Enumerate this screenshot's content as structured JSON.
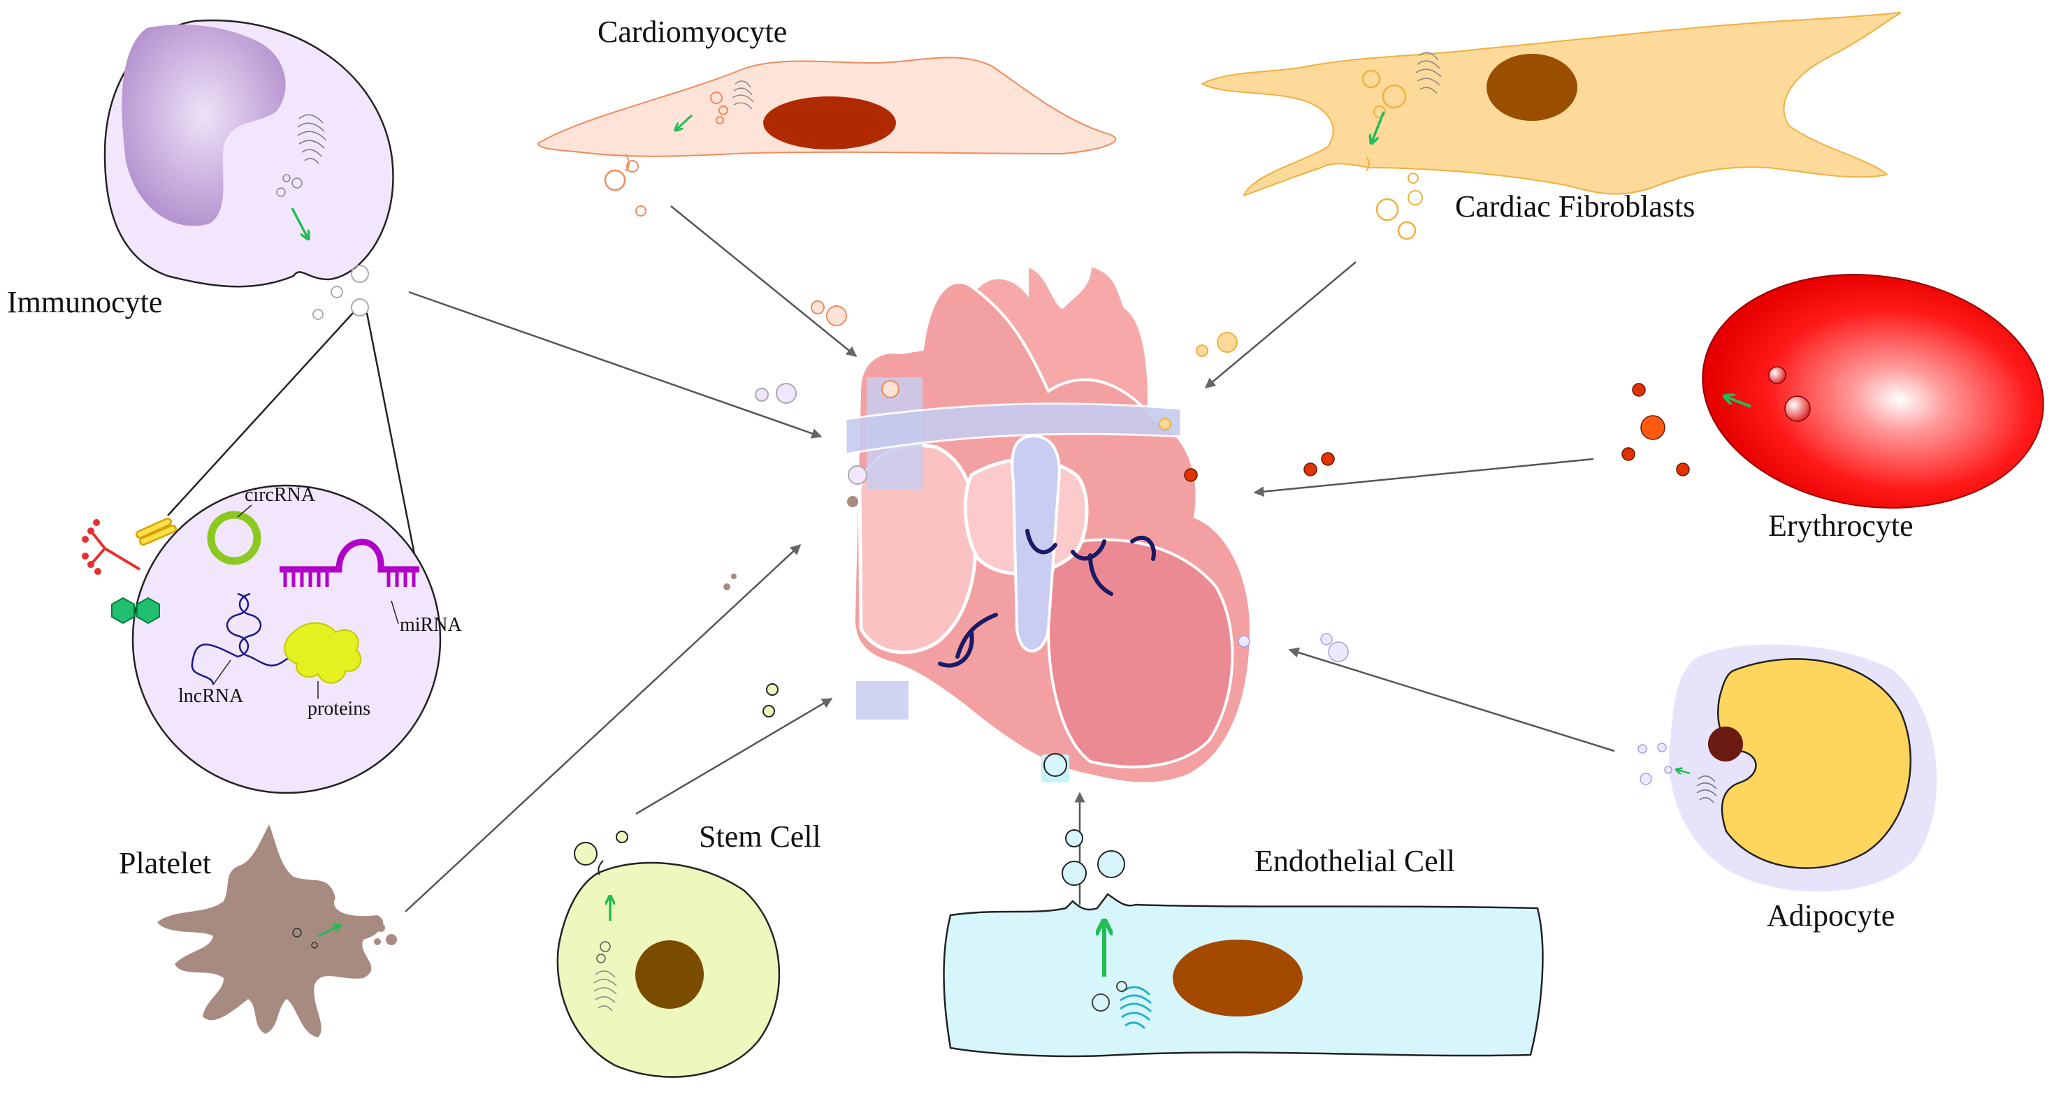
{
  "labels": {
    "cardiomyocyte": "Cardiomyocyte",
    "cardiac_fibroblasts": "Cardiac Fibroblasts",
    "immunocyte": "Immunocyte",
    "erythrocyte": "Erythrocyte",
    "platelet": "Platelet",
    "stem_cell": "Stem Cell",
    "endothelial_cell": "Endothelial Cell",
    "adipocyte": "Adipocyte"
  },
  "cargo": {
    "circrna": "circRNA",
    "mirna": "miRNA",
    "lncrna": "lncRNA",
    "proteins": "proteins"
  },
  "colors": {
    "cardiomyocyte_fill": "#fde3d8",
    "cardiomyocyte_nucleus": "#b02a00",
    "fibroblast_fill": "#fdd99a",
    "fibroblast_nucleus": "#9a4f00",
    "immunocyte_fill": "#f1e6fb",
    "immunocyte_nucleus": "#b594cf",
    "erythrocyte": "#ff1a1a",
    "platelet": "#a88b80",
    "stem_cell_fill": "#eef7bd",
    "stem_cell_nucleus": "#7a4c00",
    "endothelial_fill": "#d6f6fb",
    "endothelial_nucleus": "#a44a00",
    "adipocyte_halo": "#e6e3fb",
    "adipocyte_fat": "#fed65e",
    "heart_pink": "#f5a3a3",
    "heart_vessel": "#c6cbef",
    "arrow_green": "#22bb55",
    "arrow_grey": "#555555"
  }
}
